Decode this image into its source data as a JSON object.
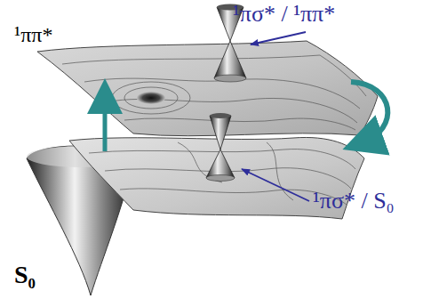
{
  "diagram": {
    "labels": [
      "¹ππ*",
      "¹πσ* / ¹ππ*",
      "¹πσ* / S₀",
      "S₀"
    ]
  }
}
